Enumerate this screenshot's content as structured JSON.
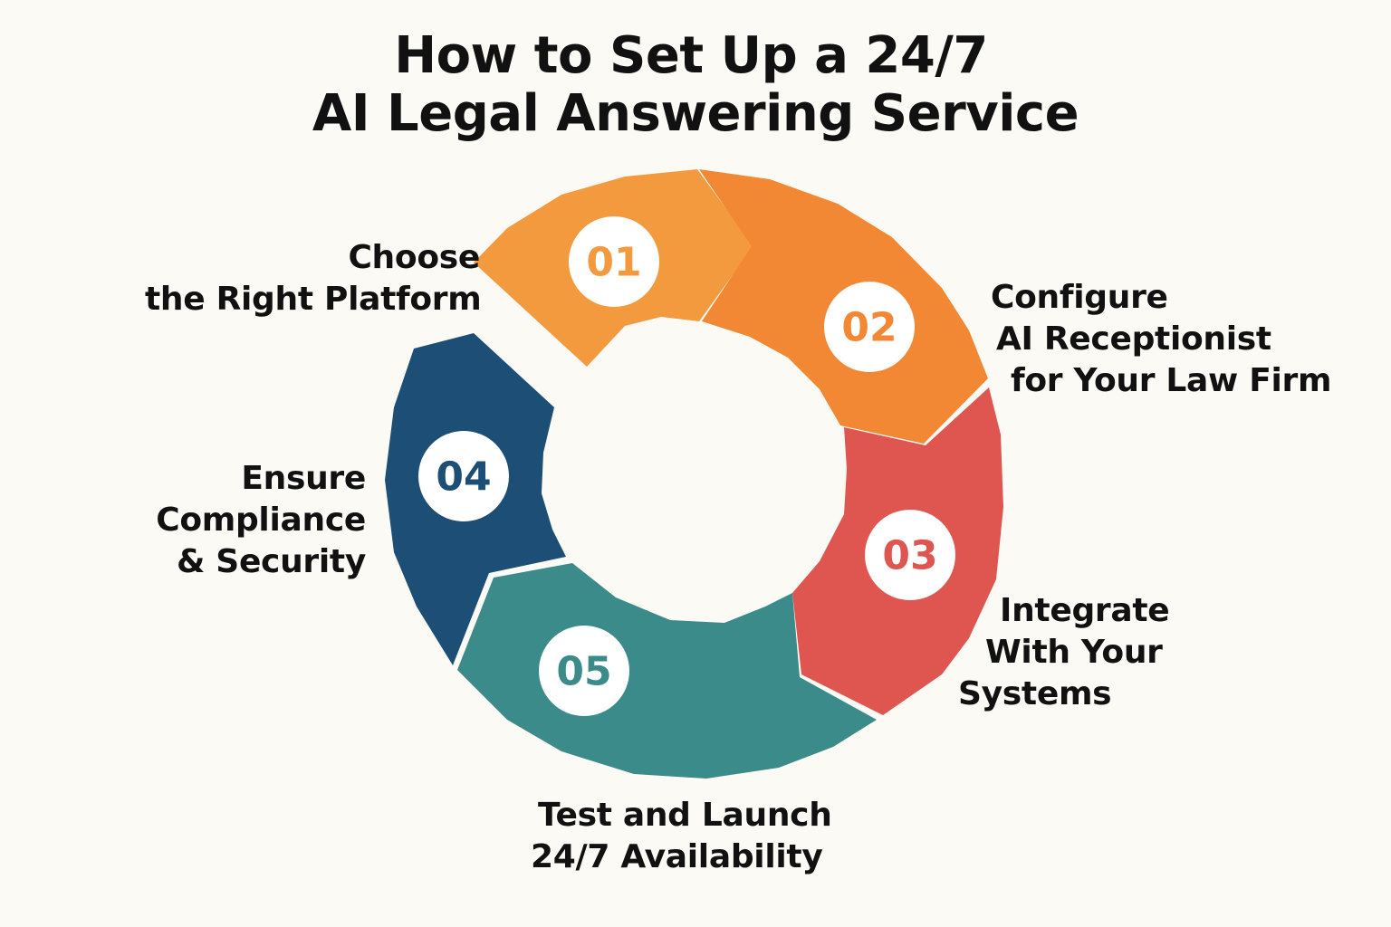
{
  "title": {
    "line1": "How to Set Up a 24/7",
    "line2": "AI Legal Answering Service"
  },
  "steps": [
    {
      "number": "01",
      "label_lines": [
        "Choose",
        "the Right Platform"
      ],
      "color": "#f39a3f"
    },
    {
      "number": "02",
      "label_lines": [
        "Configure",
        "AI Receptionist",
        "for Your Law Firm"
      ],
      "color": "#f28833"
    },
    {
      "number": "03",
      "label_lines": [
        "Integrate",
        "With Your",
        "Systems"
      ],
      "color": "#df5650"
    },
    {
      "number": "04",
      "label_lines": [
        "Ensure",
        "Compliance",
        "& Security"
      ],
      "color": "#1d4e75"
    },
    {
      "number": "05",
      "label_lines": [
        "Test and Launch",
        "24/7 Availability"
      ],
      "color": "#3b8b8a"
    }
  ]
}
